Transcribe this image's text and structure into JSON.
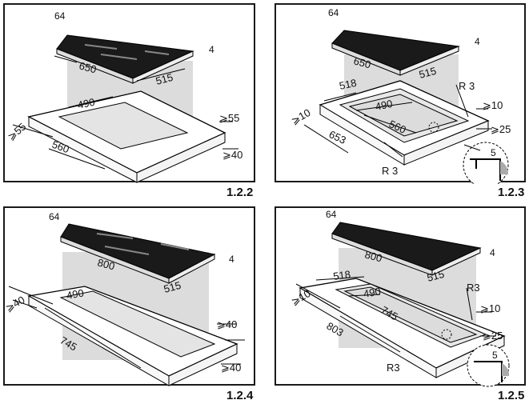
{
  "panels": [
    {
      "id": "1.2.2",
      "figure_label": "1.2.2",
      "dims": {
        "top_thickness": "64",
        "hob_depth_side": "4",
        "hob_width": "650",
        "hob_depth": "515",
        "cutout_width": "490",
        "min_front": "⩾55",
        "min_back": "⩾40",
        "side_min": "⩾55",
        "cutout_length": "560"
      }
    },
    {
      "id": "1.2.3",
      "figure_label": "1.2.3",
      "dims": {
        "top_thickness": "64",
        "hob_depth_side": "4",
        "hob_width": "650",
        "hob_depth": "515",
        "frame_depth": "518",
        "radius_top": "R 3",
        "cutout_width": "490",
        "min_right": "⩾10",
        "cutout_length": "560",
        "min_depth": "⩾25",
        "side_min": "⩾10",
        "frame_length": "653",
        "radius_bottom": "R 3",
        "detail_depth": "5"
      }
    },
    {
      "id": "1.2.4",
      "figure_label": "1.2.4",
      "dims": {
        "top_thickness": "64",
        "hob_depth_side": "4",
        "hob_width": "800",
        "hob_depth": "515",
        "cutout_width": "490",
        "side_min": "⩾40",
        "min_front": "⩾40",
        "min_back": "⩾40",
        "cutout_length": "745"
      }
    },
    {
      "id": "1.2.5",
      "figure_label": "1.2.5",
      "dims": {
        "top_thickness": "64",
        "hob_depth_side": "4",
        "hob_width": "800",
        "hob_depth": "515",
        "frame_depth": "518",
        "radius_top": "R3",
        "side_min": "⩾10",
        "cutout_width": "490",
        "min_right": "⩾10",
        "cutout_length": "745",
        "min_depth": "⩾25",
        "frame_length": "803",
        "radius_bottom": "R3",
        "detail_depth": "5"
      }
    }
  ]
}
